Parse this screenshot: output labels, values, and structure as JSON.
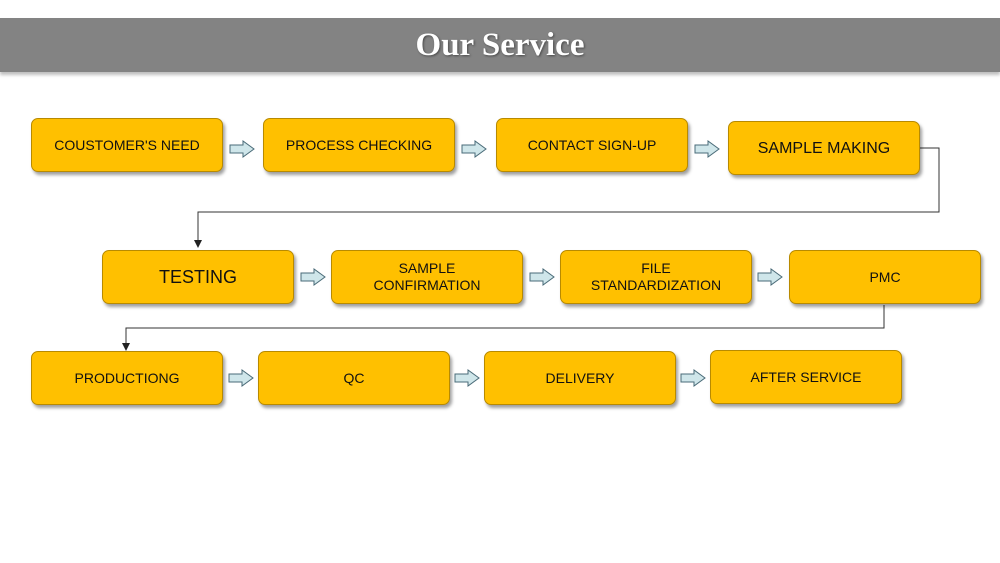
{
  "title": "Our Service",
  "colors": {
    "box_fill": "#ffc000",
    "box_border": "#b88a00",
    "arrow_fill": "#cfe6ea",
    "arrow_stroke": "#4a6b78",
    "banner": "#838383"
  },
  "steps": [
    "COUSTOMER'S NEED",
    "PROCESS CHECKING",
    "CONTACT SIGN-UP",
    "SAMPLE MAKING",
    "TESTING",
    "SAMPLE\nCONFIRMATION",
    "FILE\nSTANDARDIZATION",
    "PMC",
    "PRODUCTIONG",
    "QC",
    "DELIVERY",
    "AFTER SERVICE"
  ]
}
